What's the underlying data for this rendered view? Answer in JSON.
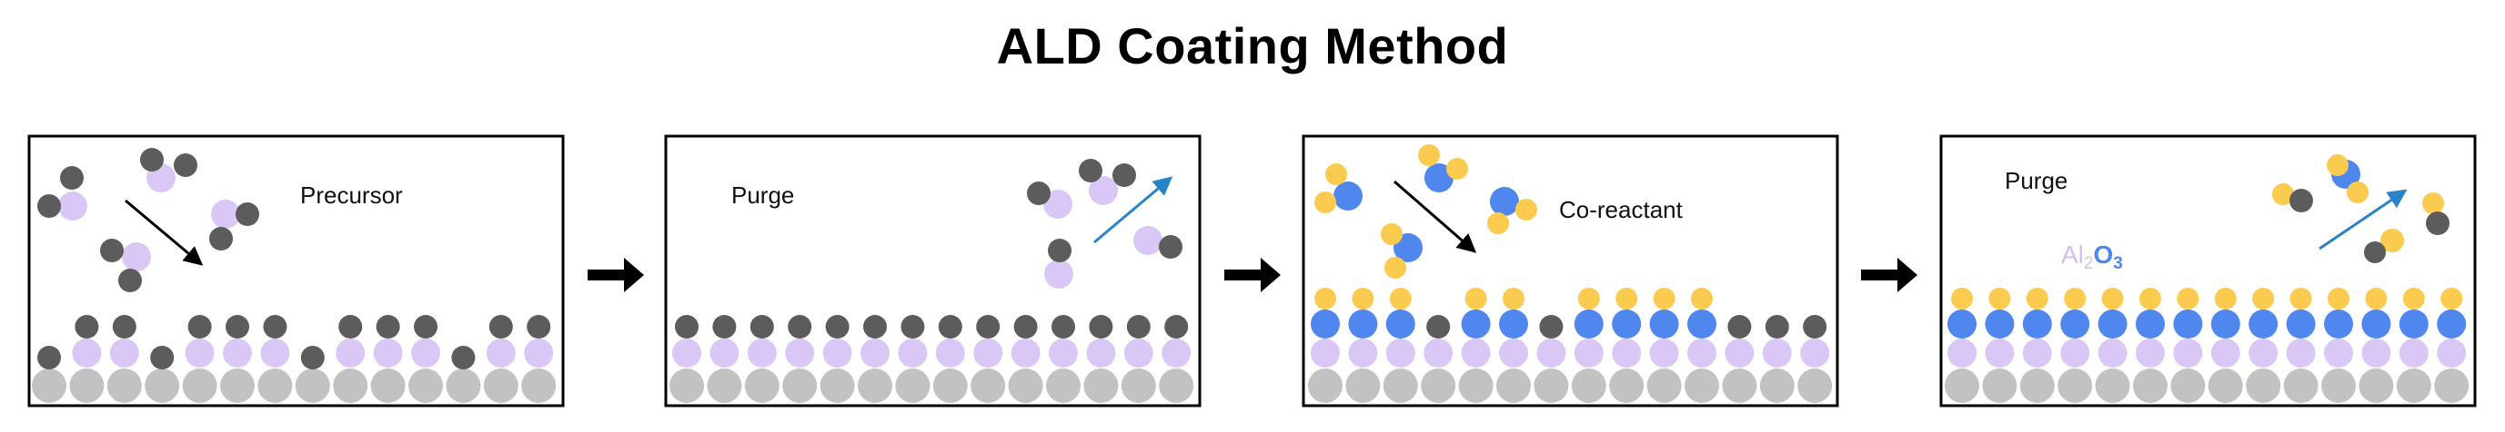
{
  "title": "ALD Coating Method",
  "colors": {
    "substrate": "#c2c2c2",
    "precursor_metal": "#d9c8f6",
    "ligand": "#5c5c5c",
    "coreactant_center": "#4f87ee",
    "coreactant_side": "#fbcb4f",
    "arrow_black": "#000000",
    "arrow_blue": "#2a83c9",
    "formula_al": "#d3c0f3",
    "formula_o": "#4f87ee"
  },
  "panels": [
    {
      "id": "precursor",
      "label": "Precursor"
    },
    {
      "id": "purge-1",
      "label": "Purge"
    },
    {
      "id": "coreactant",
      "label": "Co-reactant"
    },
    {
      "id": "purge-2",
      "label": "Purge"
    }
  ],
  "formula": {
    "al": "Al",
    "al_sub": "2",
    "o": "O",
    "o_sub": "3"
  },
  "step_arrow_icon": "right-arrow-icon"
}
